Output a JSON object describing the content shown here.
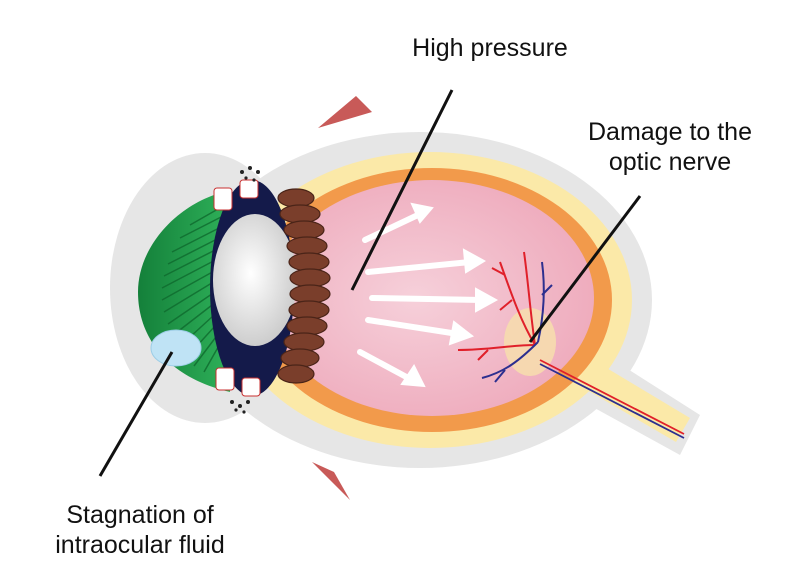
{
  "labels": {
    "high_pressure": "High pressure",
    "damage_line1": "Damage to the",
    "damage_line2": "optic nerve",
    "stagnation_line1": "Stagnation of",
    "stagnation_line2": "intraocular fluid"
  },
  "colors": {
    "sclera_outer": "#e6e6e6",
    "sclera_yellow": "#fbe9a8",
    "choroid_orange": "#f29a4b",
    "vitreous_pink": "#f2b8c6",
    "iris_green": "#1f9a4a",
    "lens_white": "#e8e8e8",
    "ciliary_brown": "#7a3e2b",
    "cornea_navy": "#141a4a",
    "fluid_blue": "#bfe3f5",
    "muscle_red": "#c85a58",
    "artery_red": "#e0202a",
    "vein_blue": "#2c2f8f"
  }
}
